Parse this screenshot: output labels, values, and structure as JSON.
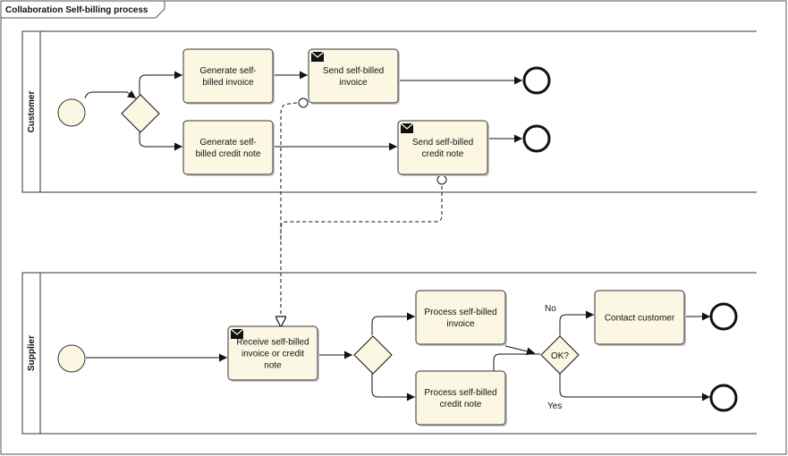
{
  "diagram": {
    "title": "Collaboration Self-billing process",
    "lanes": [
      {
        "id": "customer",
        "label": "Customer"
      },
      {
        "id": "supplier",
        "label": "Supplier"
      }
    ],
    "tasks": [
      {
        "id": "gen_invoice",
        "lines": [
          "Generate self-",
          "billed invoice"
        ],
        "message": false
      },
      {
        "id": "send_invoice",
        "lines": [
          "Send self-billed",
          "invoice"
        ],
        "message": true
      },
      {
        "id": "gen_credit",
        "lines": [
          "Generate self-",
          "billed credit note"
        ],
        "message": false
      },
      {
        "id": "send_credit",
        "lines": [
          "Send self-billed",
          "credit note"
        ],
        "message": true
      },
      {
        "id": "receive",
        "lines": [
          "Receive self-billed",
          "invoice or credit",
          "note"
        ],
        "message": true
      },
      {
        "id": "proc_invoice",
        "lines": [
          "Process self-billed",
          "invoice"
        ],
        "message": false
      },
      {
        "id": "proc_credit",
        "lines": [
          "Process self-billed",
          "credit note"
        ],
        "message": false
      },
      {
        "id": "contact",
        "lines": [
          "Contact customer"
        ],
        "message": false
      }
    ],
    "gateways": [
      {
        "id": "gw_customer",
        "label": ""
      },
      {
        "id": "gw_supplier",
        "label": ""
      },
      {
        "id": "gw_ok",
        "label": "OK?"
      }
    ],
    "edge_labels": {
      "no": "No",
      "yes": "Yes"
    }
  }
}
